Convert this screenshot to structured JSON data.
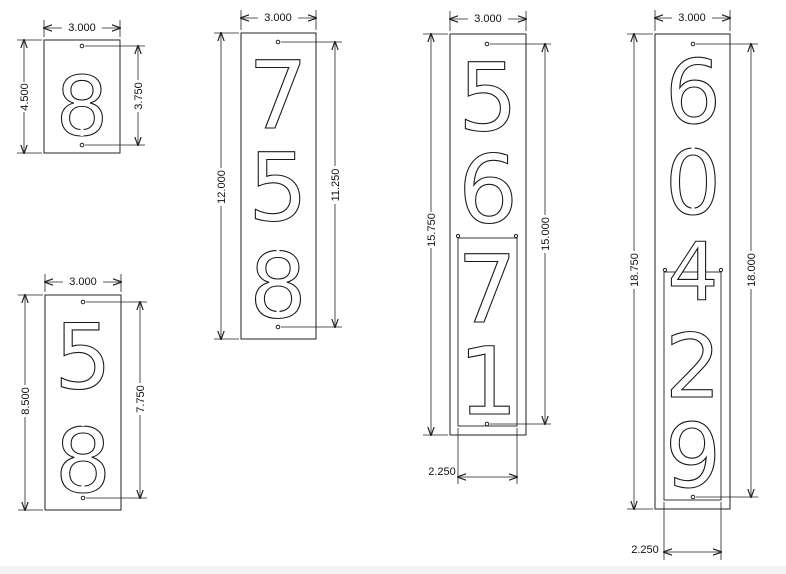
{
  "drawing": {
    "plates": [
      {
        "id": "plate-1",
        "width_label": "3.000",
        "height_label": "4.500",
        "inner_label": "3.750",
        "digits": [
          "8"
        ]
      },
      {
        "id": "plate-2",
        "width_label": "3.000",
        "height_label": "8.500",
        "inner_label": "7.750",
        "digits": [
          "5",
          "8"
        ]
      },
      {
        "id": "plate-3",
        "width_label": "3.000",
        "height_label": "12.000",
        "inner_label": "11.250",
        "digits": [
          "7",
          "5",
          "8"
        ]
      },
      {
        "id": "plate-4",
        "width_label": "3.000",
        "height_label": "15.750",
        "inner_label": "15.000",
        "spacing_label": "2.250",
        "digits": [
          "5",
          "6",
          "7",
          "1"
        ]
      },
      {
        "id": "plate-5",
        "width_label": "3.000",
        "height_label": "18.750",
        "inner_label": "18.000",
        "spacing_label": "2.250",
        "digits": [
          "6",
          "0",
          "4",
          "2",
          "9"
        ]
      }
    ]
  }
}
